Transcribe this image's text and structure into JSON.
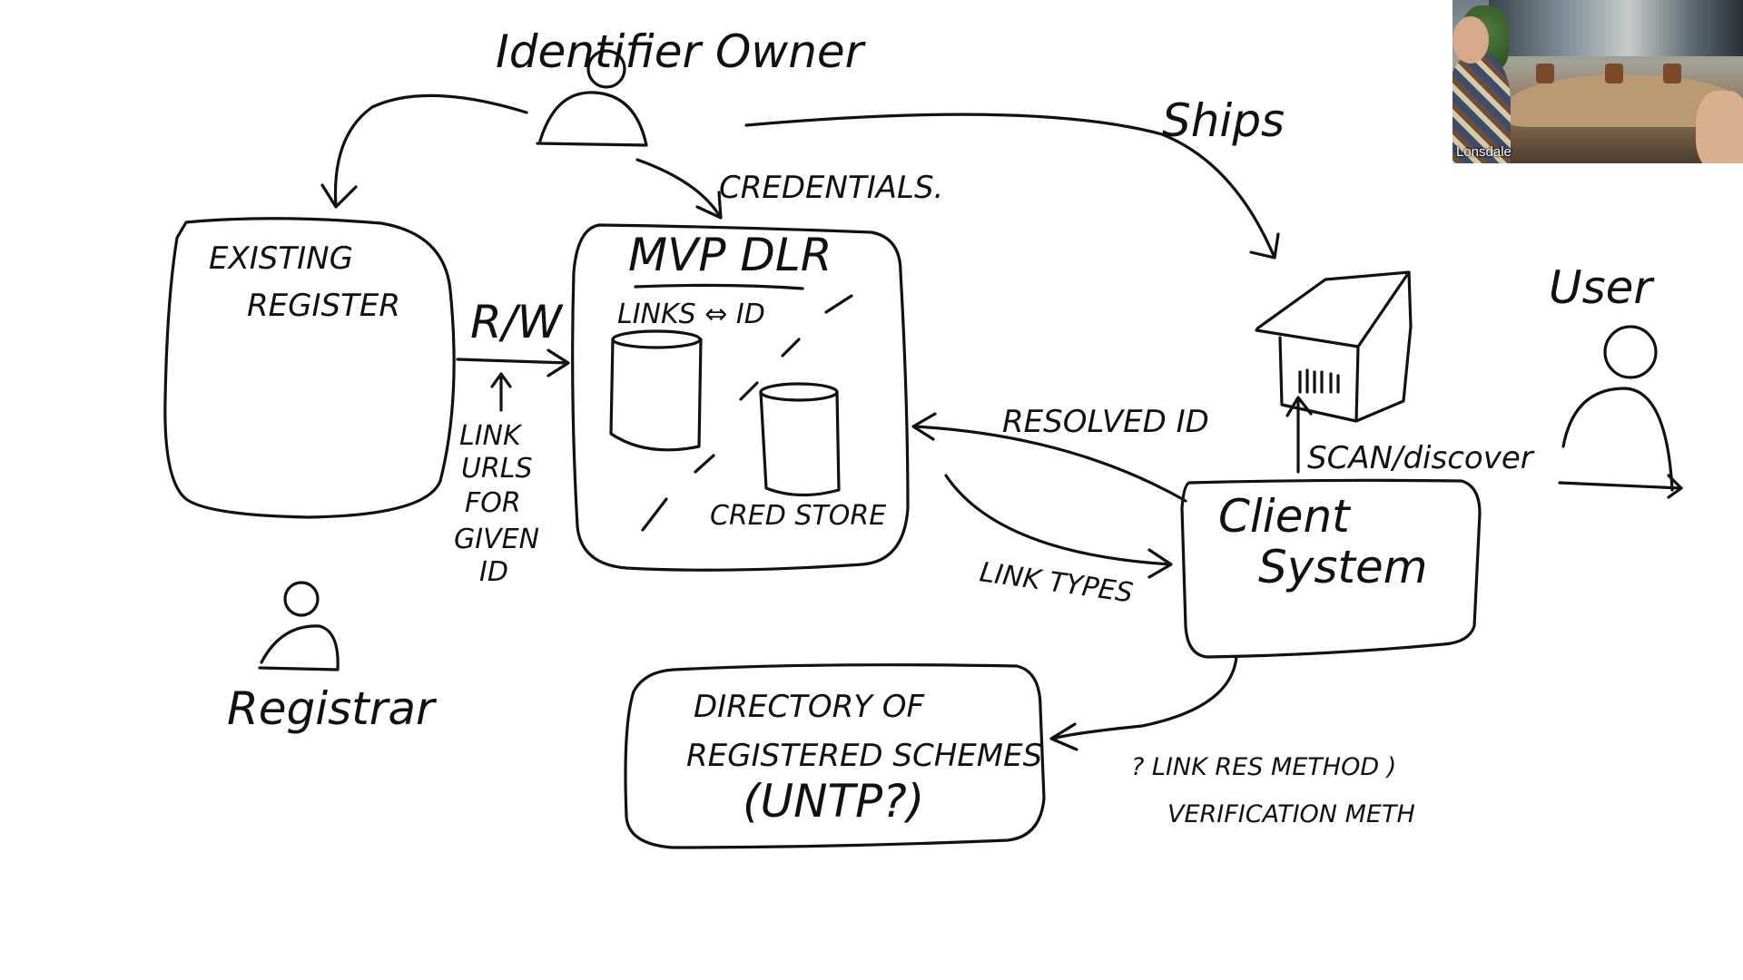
{
  "diagram": {
    "title_actor": "Identifier Owner",
    "ships_label": "Ships",
    "credentials_label": "CREDENTIALS.",
    "existing_register": {
      "line1": "EXISTING",
      "line2": "REGISTER"
    },
    "rw_label": "R/W",
    "link_urls": {
      "line1": "LINK",
      "line2": "URLS",
      "line3": "FOR",
      "line4": "GIVEN",
      "line5": "ID"
    },
    "mvp_dlr": {
      "title": "MVP DLR",
      "links_label": "LINKS ⇔ ID",
      "cred_store_label": "CRED STORE"
    },
    "resolved_id_label": "RESOLVED ID",
    "link_types_label": "LINK TYPES",
    "client_system": {
      "line1": "Client",
      "line2": "System"
    },
    "scan_label": "SCAN/discover",
    "user_label": "User",
    "registrar_label": "Registrar",
    "directory": {
      "line1": "DIRECTORY OF",
      "line2": "REGISTERED SCHEMES",
      "line3": "(UNTP?)"
    },
    "notes": {
      "line1": "? LINK RES METHOD )",
      "line2": "VERIFICATION METH"
    }
  },
  "video_tile": {
    "participant_name": "Lonsdale"
  },
  "colors": {
    "ink": "#111111",
    "background": "#ffffff",
    "name_label": "#ffffff"
  }
}
